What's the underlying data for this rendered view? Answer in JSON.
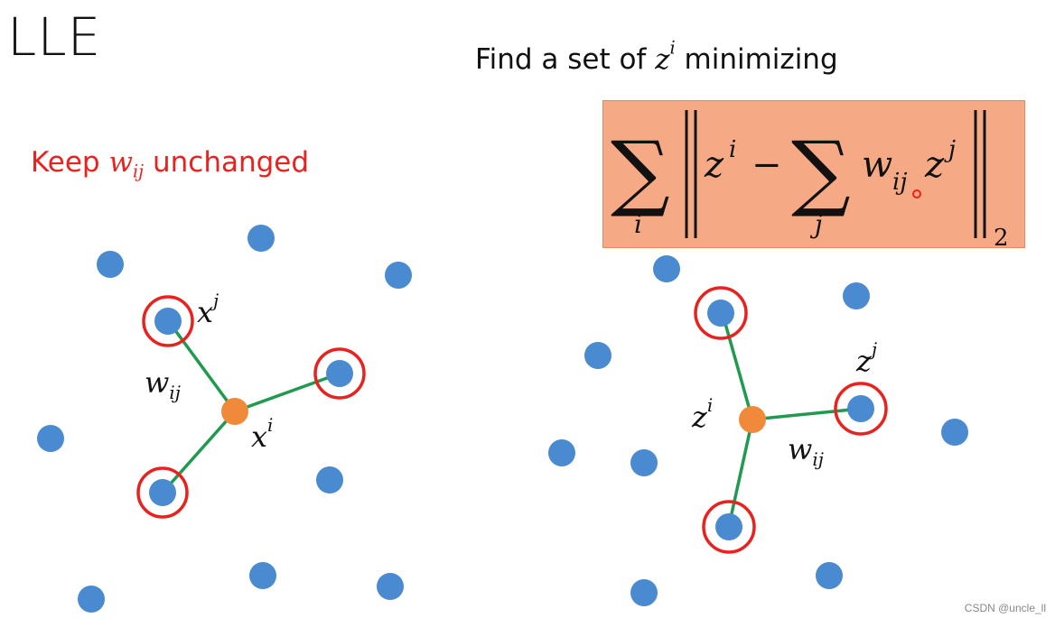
{
  "title": "LLE",
  "heading": {
    "text": "Find a set of ",
    "var": "z",
    "var_sup": "i",
    "text_after": " minimizing"
  },
  "left_caption": {
    "text_before": "Keep ",
    "var": "w",
    "var_sub": "ij",
    "text_after": " unchanged",
    "color": "#e8231f"
  },
  "formula": {
    "sum_symbol": "∑",
    "sum_outer_index": "i",
    "z": "z",
    "z_sup": "i",
    "minus": "−",
    "sum_inner_index": "j",
    "w": "w",
    "w_sub": "ij",
    "zj": "z",
    "zj_sup": "j",
    "norm_sub": "2",
    "box_color": "#f6a985"
  },
  "left_labels": {
    "xj": {
      "base": "x",
      "sup": "j"
    },
    "wij": {
      "base": "w",
      "sub": "ij"
    },
    "xi": {
      "base": "x",
      "sup": "i"
    }
  },
  "right_labels": {
    "zj": {
      "base": "z",
      "sup": "j"
    },
    "zi": {
      "base": "z",
      "sup": "i"
    },
    "wij": {
      "base": "w",
      "sub": "ij"
    }
  },
  "colors": {
    "point": "#4a8ad0",
    "center": "#f08a3a",
    "edge": "#1f9a4e",
    "ring": "#e8231f"
  },
  "watermark": "CSDN @uncle_ll"
}
